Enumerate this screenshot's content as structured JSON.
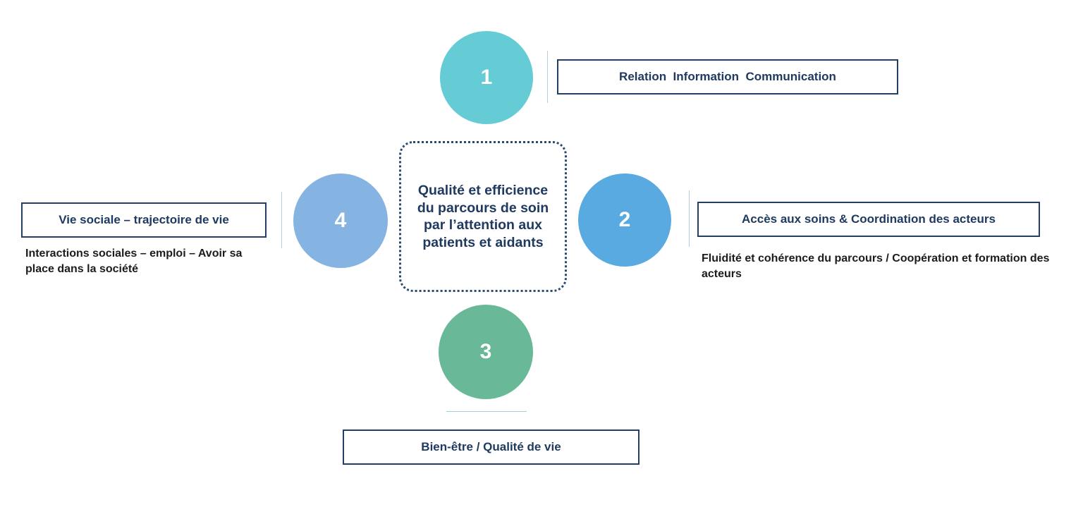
{
  "center": {
    "text": "Qualité et efficience du parcours de soin par l’attention aux patients et aidants"
  },
  "nodes": [
    {
      "number": "1",
      "label": "Relation  Information  Communication",
      "description": "",
      "color": "#65cbd5"
    },
    {
      "number": "2",
      "label": "Accès aux soins & Coordination des acteurs",
      "description": "Fluidité et cohérence du parcours / Coopération et formation des acteurs",
      "color": "#58aae0"
    },
    {
      "number": "3",
      "label": "Bien-être / Qualité de vie",
      "description": "",
      "color": "#69b999"
    },
    {
      "number": "4",
      "label": "Vie sociale – trajectoire de vie",
      "description": "Interactions sociales – emploi – Avoir sa place dans la société",
      "color": "#86b4e2"
    }
  ],
  "colors": {
    "box_border": "#243f66",
    "text_dark_blue": "#1f3a60"
  }
}
